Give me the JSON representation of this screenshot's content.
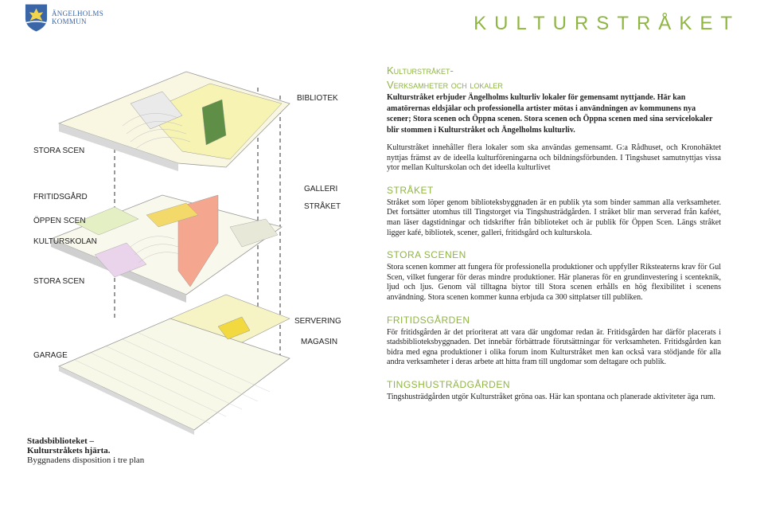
{
  "logo": {
    "line1": "ÄNGELHOLMS",
    "line2": "KOMMUN"
  },
  "header": {
    "title": "KULTURSTRÅKET"
  },
  "figure": {
    "left_labels": [
      "STORA SCEN",
      "FRITIDSGÅRD",
      "ÖPPEN SCEN",
      "KULTURSKOLAN",
      "STORA SCEN",
      "GARAGE"
    ],
    "right_labels": [
      "BIBLIOTEK",
      "GALLERI",
      "STRÅKET",
      "SERVERING",
      "MAGASIN"
    ],
    "caption_bold_1": "Stadsbiblioteket –",
    "caption_bold_2": "Kulturstråkets hjärta.",
    "caption_text": "Byggnadens disposition i tre plan"
  },
  "content": {
    "heading_line1": "Kulturstråket-",
    "heading_line2": "Verksamheter och lokaler",
    "lead": "Kulturstråket erbjuder Ängelholms kulturliv lokaler för gemensamt nyttjande. Här kan amatörernas eldsjälar och professionella artister mötas i användningen av kommunens nya scener; Stora scenen och Öppna scenen. Stora scenen och Öppna scenen med sina servicelokaler blir stommen i Kulturstråket och Ängelholms kulturliv.",
    "intro": "Kulturstråket innehåller flera lokaler som ska användas gemensamt. G:a Rådhuset, och Kronohäktet nyttjas främst av de ideella kulturföreningarna och bildningsförbunden. I Tingshuset samutnyttjas vissa ytor mellan Kulturskolan och det ideella kulturlivet",
    "sections": [
      {
        "title": "STRÅKET",
        "text": "Stråket som löper genom biblioteksbyggnaden är en publik yta som binder samman alla verksamheter. Det fortsätter utomhus till Tingstorget via Tingshusträdgården. I stråket blir man serverad från kaféet, man läser dagstidningar och tidskrifter från biblioteket och är publik för Öppen Scen. Längs stråket ligger kafé, bibliotek, scener, galleri, fritidsgård och kulturskola."
      },
      {
        "title": "STORA SCENEN",
        "text": "Stora scenen kommer att fungera för professionella produktioner och uppfyller Riksteaterns krav för Gul Scen, vilket fungerar för deras mindre produktioner. Här planeras för en grundinvestering i scenteknik, ljud och ljus. Genom väl tilltagna biytor till Stora scenen erhålls en hög flexibilitet i scenens användning. Stora scenen kommer kunna erbjuda ca 300 sittplatser till publiken."
      },
      {
        "title": "FRITIDSGÅRDEN",
        "text": "För fritidsgården är det prioriterat att vara där ungdomar redan är. Fritidsgården har därför placerats i stadsbiblioteksbyggnaden. Det innebär förbättrade förutsättningar för verksamheten. Fritidsgården kan bidra med egna produktioner i olika forum inom Kulturstråket men kan också vara stödjande för alla andra verksamheter i deras arbete att hitta fram till ungdomar som deltagare och publik."
      },
      {
        "title": "TINGSHUSTRÄDGÅRDEN",
        "text": "Tingshusträdgården utgör Kulturstråket gröna oas. Här kan spontana och planerade aktiviteter äga rum."
      }
    ]
  },
  "colors": {
    "accent": "#8fb542",
    "logo_blue": "#3a66a8"
  }
}
